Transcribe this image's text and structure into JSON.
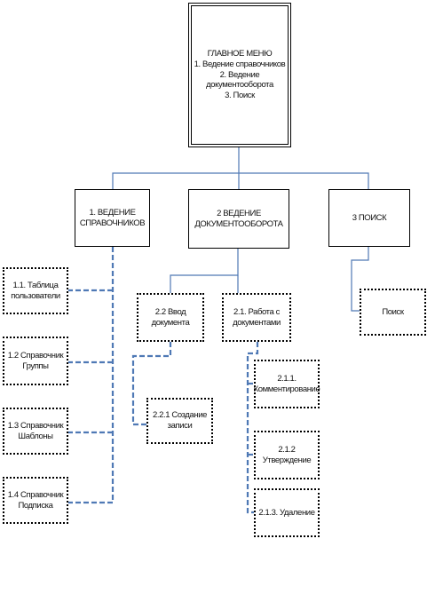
{
  "colors": {
    "connector": "#4f79b5",
    "border": "#000000",
    "background": "#ffffff"
  },
  "nodes": {
    "main": "ГЛАВНОЕ МЕНЮ\n1. Ведение справочников\n2. Ведение\nдокументооборота\n3. Поиск",
    "ref": "1. ВЕДЕНИЕ\nСПРАВОЧНИКОВ",
    "doc": "2 ВЕДЕНИЕ\nДОКУМЕНТООБОРОТА",
    "search": "3 ПОИСК",
    "users": "1.1. Таблица\nпользователи",
    "groups": "1.2 Справочник\nГруппы",
    "templates": "1.3 Справочник\nШаблоны",
    "subscription": "1.4 Справочник\nПодписка",
    "input": "2.2 Ввод\nдокумента",
    "work": "2.1. Работа с\nдокументами",
    "create": "2.2.1 Создание\nзаписи",
    "comment": "2.1.1.\nКомментирование",
    "approve": "2.1.2\nУтверждение",
    "delete": "2.1.3. Удаление",
    "search_sub": "Поиск"
  }
}
